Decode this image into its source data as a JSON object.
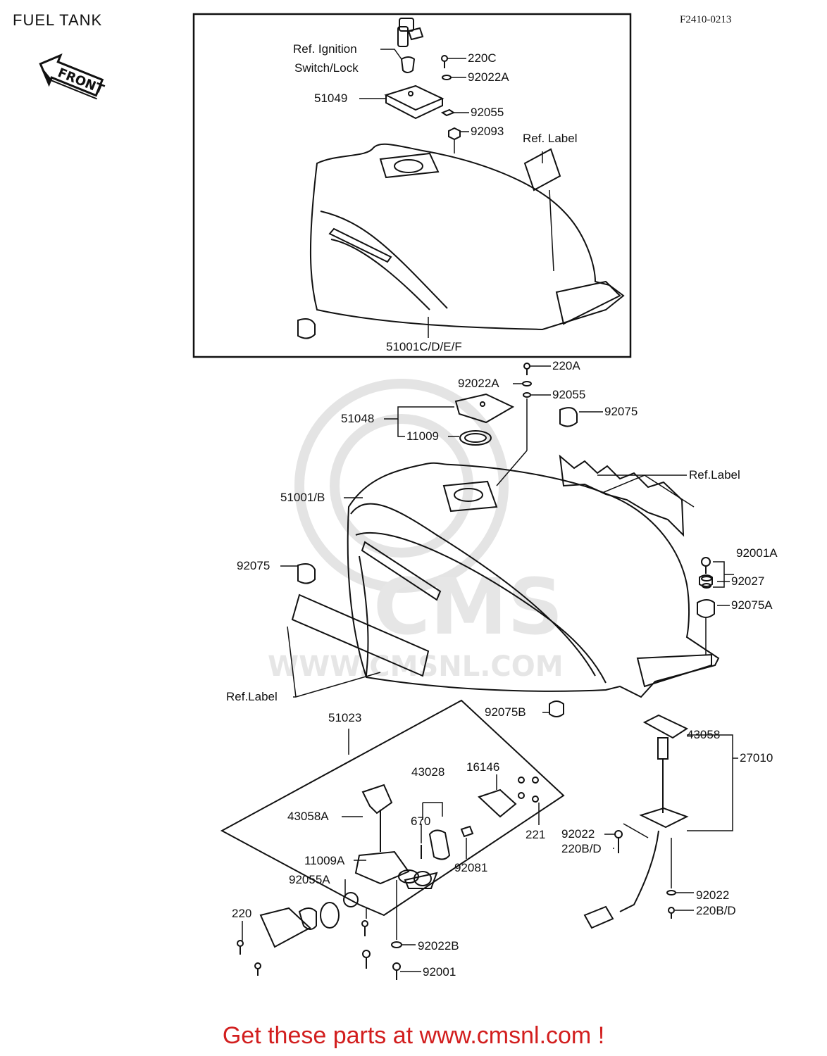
{
  "header": {
    "title": "FUEL TANK",
    "diagram_code": "F2410-0213",
    "front_arrow": "FRONT"
  },
  "watermark": {
    "brand": "CMS",
    "url": "WWW.CMSNL.COM"
  },
  "callouts": {
    "ref_ignition_line1": "Ref. Ignition",
    "ref_ignition_line2": "Switch/Lock",
    "p220C": "220C",
    "p92022A_top": "92022A",
    "p51049": "51049",
    "p92055_top": "92055",
    "p92093": "92093",
    "ref_label_top": "Ref. Label",
    "p51001CDEF": "51001C/D/E/F",
    "p220A": "220A",
    "p92022A": "92022A",
    "p92055": "92055",
    "p92075_right": "92075",
    "p51048": "51048",
    "p11009": "11009",
    "ref_label_right": "Ref.Label",
    "p51001B": "51001/B",
    "p92001A": "92001A",
    "p92075_left": "92075",
    "p92027": "92027",
    "p92075A": "92075A",
    "ref_label_left": "Ref.Label",
    "p92075B": "92075B",
    "p51023": "51023",
    "p43058": "43058",
    "p27010": "27010",
    "p43028": "43028",
    "p16146": "16146",
    "p43058A": "43058A",
    "p670": "670",
    "p221": "221",
    "p92022_mid": "92022",
    "p220BD_mid": "220B/D",
    "p11009A": "11009A",
    "p92081": "92081",
    "p92055A": "92055A",
    "p220": "220",
    "p92022_low": "92022",
    "p220BD_low": "220B/D",
    "p92022B": "92022B",
    "p92001": "92001"
  },
  "footer": {
    "text": "Get these parts at www.cmsnl.com !"
  },
  "colors": {
    "ink": "#111111",
    "footer_red": "#d21e1e",
    "watermark": "#e6e6e6"
  }
}
